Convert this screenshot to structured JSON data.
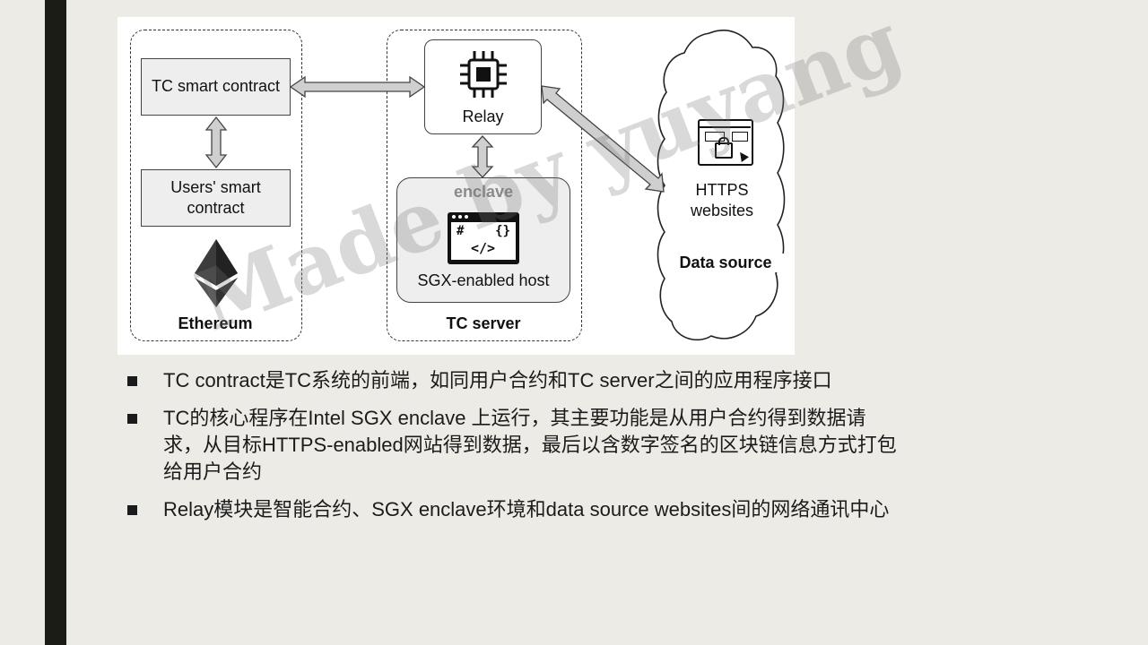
{
  "diagram": {
    "tc_smart_contract": "TC smart contract",
    "users_smart_contract": "Users' smart contract",
    "ethereum": "Ethereum",
    "relay": "Relay",
    "enclave": "enclave",
    "sgx_host": "SGX-enabled host",
    "tc_server": "TC server",
    "https_websites": "HTTPS websites",
    "data_source": "Data source",
    "code_hash": "#",
    "code_braces": "{}",
    "code_tag": "</>"
  },
  "watermark": "Made by yuyang",
  "bullets": [
    "TC contract是TC系统的前端，如同用户合约和TC server之间的应用程序接口",
    "TC的核心程序在Intel SGX enclave 上运行，其主要功能是从用户合约得到数据请求，从目标HTTPS-enabled网站得到数据，最后以含数字签名的区块链信息方式打包给用户合约",
    "Relay模块是智能合约、SGX enclave环境和data source websites间的网络通讯中心"
  ],
  "colors": {
    "background": "#edebe5",
    "sidebar": "#1c1c16"
  }
}
